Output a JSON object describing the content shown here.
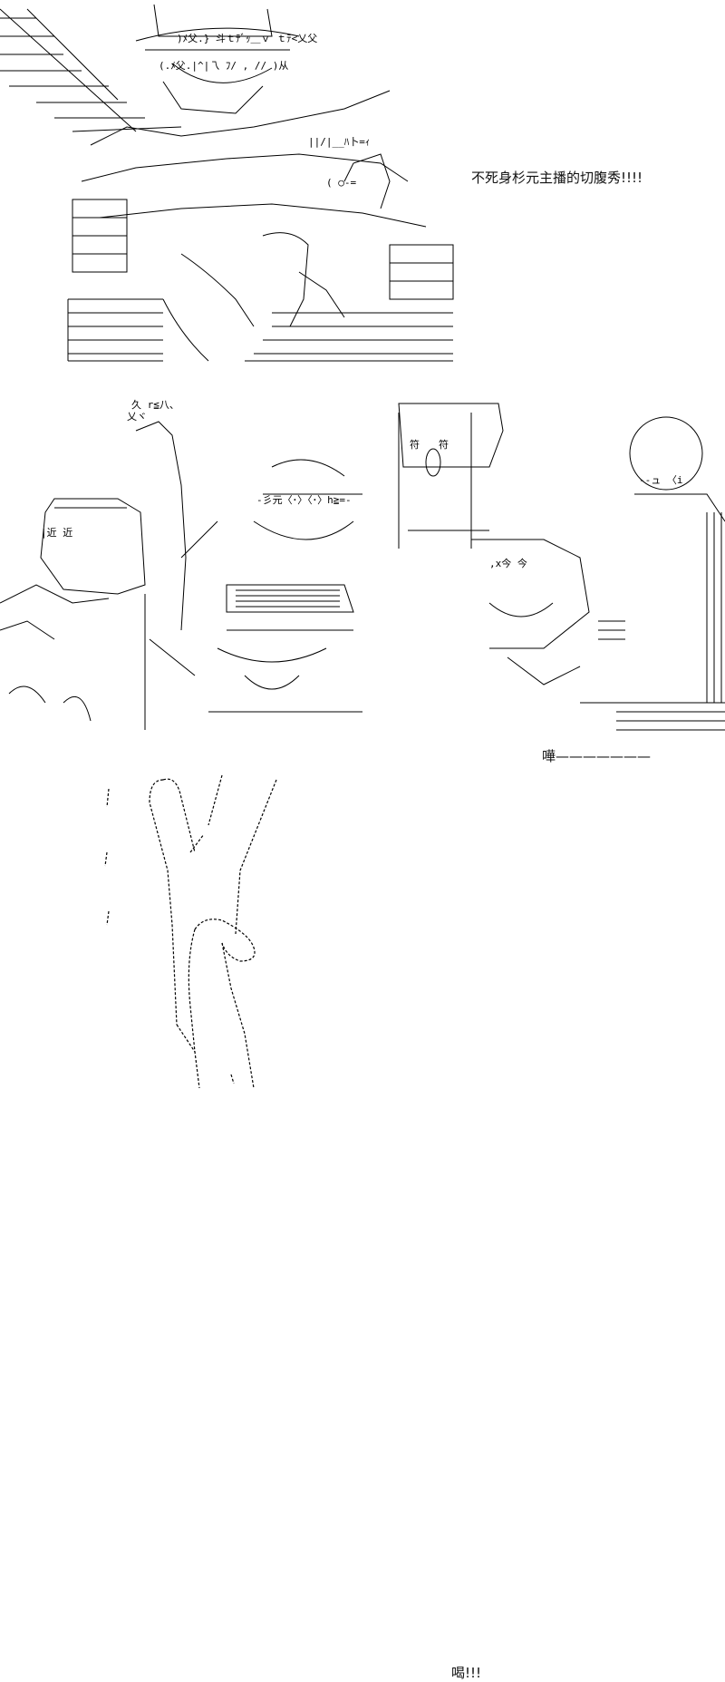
{
  "captions": {
    "line_1": "不死身杉元主播的切腹秀!!!!",
    "line_2": "嘩",
    "line_3": "喝!!!"
  },
  "figure_labels": {
    "kondo_sign": "|近 近",
    "talisman_left": "符",
    "talisman_right": "符"
  }
}
